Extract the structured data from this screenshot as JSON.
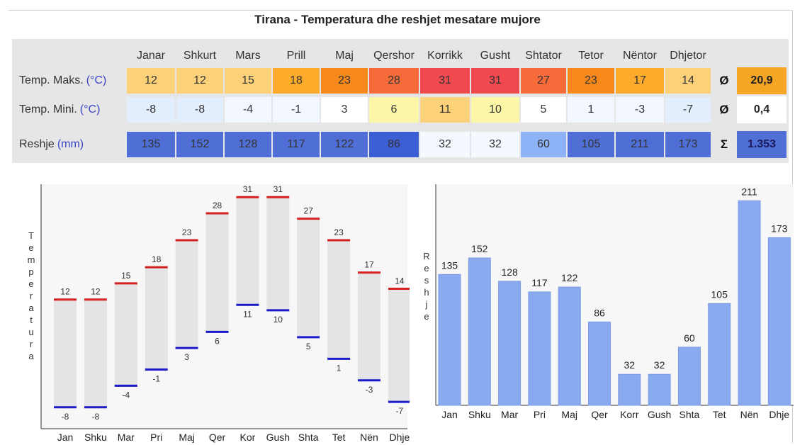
{
  "title": "Tirana - Temperatura dhe reshjet mesatare mujore",
  "table": {
    "months": [
      "Janar",
      "Shkurt",
      "Mars",
      "Prill",
      "Maj",
      "Qershor",
      "Korrikk",
      "Gusht",
      "Shtator",
      "Tetor",
      "Nëntor",
      "Dhjetor"
    ],
    "rows": [
      {
        "label": "Temp. Maks.",
        "unit": "(°C)",
        "values": [
          12,
          12,
          15,
          18,
          23,
          28,
          31,
          31,
          27,
          23,
          17,
          14
        ],
        "symbol": "Ø",
        "summary": "20,9",
        "summary_bg": "#f5a623"
      },
      {
        "label": "Temp. Mini.",
        "unit": "(°C)",
        "values": [
          -8,
          -8,
          -4,
          -1,
          3,
          6,
          11,
          10,
          5,
          1,
          -3,
          -7
        ],
        "symbol": "Ø",
        "summary": "0,4",
        "summary_bg": "#ffffff"
      },
      {
        "label": "Reshje",
        "unit": "(mm)",
        "values": [
          135,
          152,
          128,
          117,
          122,
          86,
          32,
          32,
          60,
          105,
          211,
          173
        ],
        "symbol": "Σ",
        "summary": "1.353",
        "summary_bg": "#4f6fd6"
      }
    ]
  },
  "chart_data": [
    {
      "type": "bar",
      "ylabel": "Temperatura",
      "categories": [
        "Jan",
        "Shku",
        "Mar",
        "Pri",
        "Maj",
        "Qer",
        "Kor",
        "Gush",
        "Shta",
        "Tet",
        "Nën",
        "Dhje"
      ],
      "series": [
        {
          "values": [
            12,
            12,
            15,
            18,
            23,
            28,
            31,
            31,
            27,
            23,
            17,
            14
          ]
        },
        {
          "values": [
            -8,
            -8,
            -4,
            -1,
            3,
            6,
            11,
            10,
            5,
            1,
            -3,
            -7
          ]
        }
      ],
      "ylim": [
        -10,
        33
      ],
      "colors": {
        "max": "#d42020",
        "min": "#1a1ac8",
        "range": "#e4e4e4"
      }
    },
    {
      "type": "bar",
      "ylabel": "Reshje",
      "categories": [
        "Jan",
        "Shku",
        "Mar",
        "Pri",
        "Maj",
        "Qer",
        "Korr",
        "Gush",
        "Shta",
        "Tet",
        "Nën",
        "Dhje"
      ],
      "values": [
        135,
        152,
        128,
        117,
        122,
        86,
        32,
        32,
        60,
        105,
        211,
        173
      ],
      "ylim": [
        0,
        220
      ],
      "colors": {
        "bar": "#8aaaf0"
      }
    }
  ]
}
